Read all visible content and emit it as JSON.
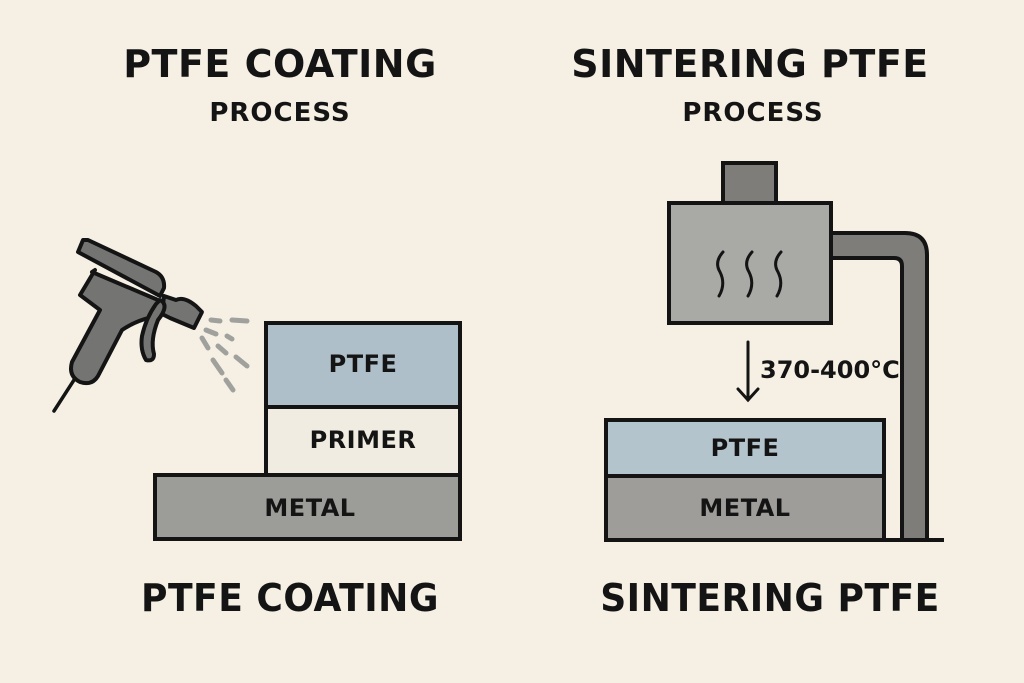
{
  "left_panel": {
    "title": "PTFE COATING",
    "subtitle": "PROCESS",
    "tool_icon": "spray-gun-icon",
    "layers": [
      {
        "label": "PTFE",
        "color": "#aebfc9"
      },
      {
        "label": "PRIMER",
        "color": "#f1ece1"
      },
      {
        "label": "METAL",
        "color": "#9c9c98"
      }
    ],
    "caption": "PTFE COATING"
  },
  "right_panel": {
    "title": "SINTERING PTFE",
    "subtitle": "PROCESS",
    "oven_icon": "oven-heat-icon",
    "temperature_label": "370-400°C",
    "layers": [
      {
        "label": "PTFE",
        "color": "#b3c4cd"
      },
      {
        "label": "METAL",
        "color": "#9e9d99"
      }
    ],
    "caption": "SINTERING PTFE"
  },
  "colors": {
    "background": "#f5efe4",
    "outline": "#141414",
    "tool_gray": "#747472",
    "oven_gray": "#a9a9a6",
    "spray": "#a0a09c"
  }
}
